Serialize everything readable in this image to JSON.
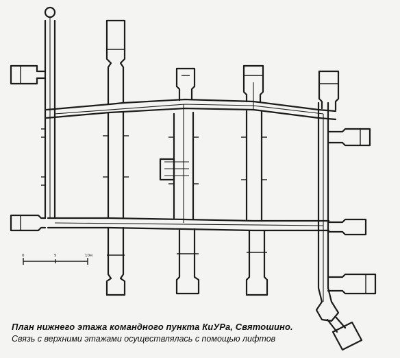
{
  "caption": {
    "title": "План нижнего этажа командного пункта КиУРа, Святошино.",
    "subtitle": "Связь с верхними этажами осуществлялась с помощью лифтов"
  },
  "scale_bar": {
    "ticks": [
      "0",
      "5",
      "10м"
    ]
  }
}
